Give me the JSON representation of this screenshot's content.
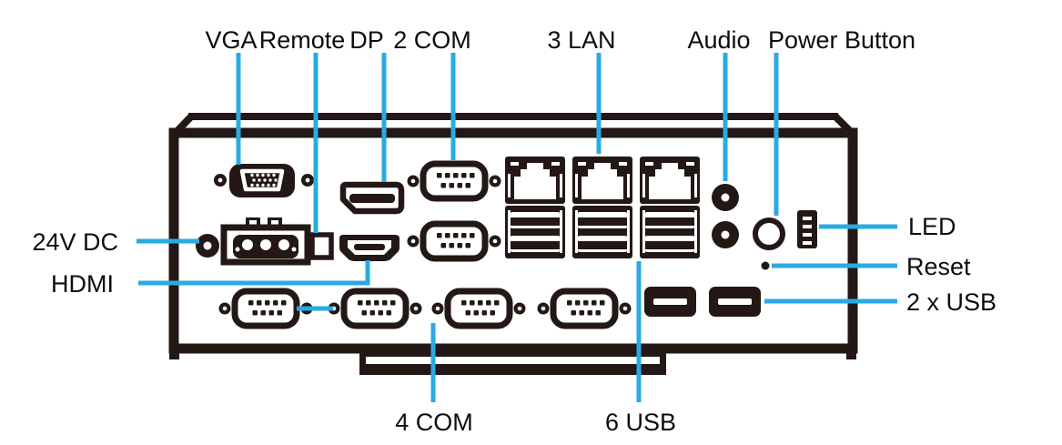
{
  "colors": {
    "ink": "#231815",
    "leader": "#29abe2",
    "background": "#ffffff",
    "label_text": "#0d0d0d"
  },
  "callouts": {
    "vga": {
      "label": "VGA"
    },
    "remote": {
      "label": "Remote"
    },
    "dp": {
      "label": "DP"
    },
    "two_com": {
      "label": "2 COM"
    },
    "three_lan": {
      "label": "3 LAN"
    },
    "audio": {
      "label": "Audio"
    },
    "power_button": {
      "label": "Power Button"
    },
    "dc_24v": {
      "label": "24V DC"
    },
    "hdmi": {
      "label": "HDMI"
    },
    "led": {
      "label": "LED"
    },
    "reset": {
      "label": "Reset"
    },
    "two_usb": {
      "label": "2 x USB"
    },
    "four_com": {
      "label": "4 COM"
    },
    "six_usb": {
      "label": "6 USB"
    }
  }
}
